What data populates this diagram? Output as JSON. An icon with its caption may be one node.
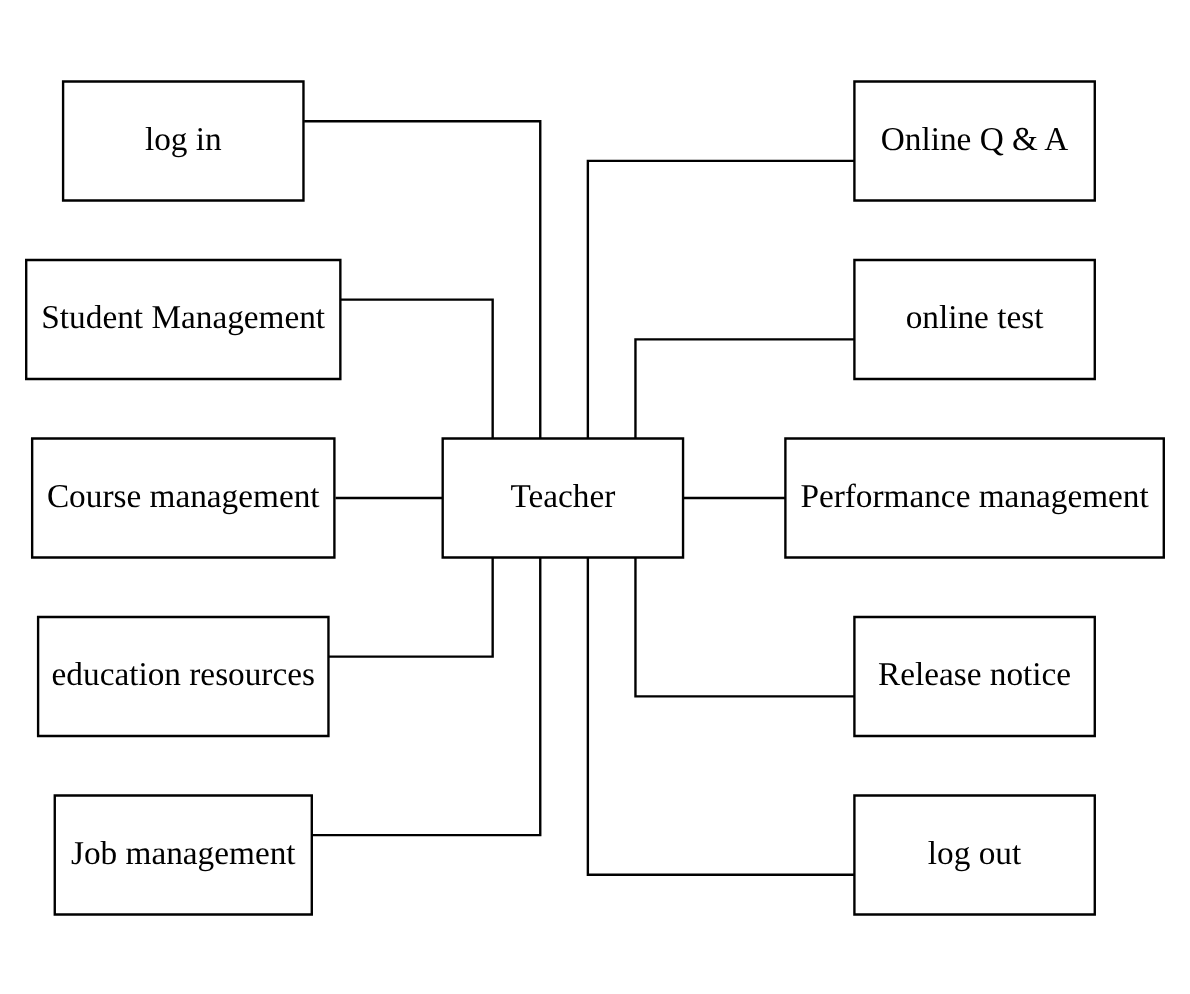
{
  "diagram": {
    "nodes": [
      {
        "text": [
          "log in"
        ]
      },
      {
        "text": [
          "Student Management"
        ]
      },
      {
        "text": [
          "Course management"
        ]
      },
      {
        "text": [
          "education resources"
        ]
      },
      {
        "text": [
          "Job management"
        ]
      },
      {
        "text": [
          "Teacher"
        ]
      },
      {
        "text": [
          "Online Q & A"
        ]
      },
      {
        "text": [
          "online test"
        ]
      },
      {
        "text": [
          "Performance management"
        ]
      },
      {
        "text": [
          "Release notice"
        ]
      },
      {
        "text": [
          "log out"
        ]
      }
    ],
    "edges": [
      {
        "from": 0,
        "to": 5,
        "arrow": "none"
      },
      {
        "from": 1,
        "to": 5,
        "arrow": "none"
      },
      {
        "from": 2,
        "to": 5,
        "arrow": "none"
      },
      {
        "from": 3,
        "to": 5,
        "arrow": "none"
      },
      {
        "from": 4,
        "to": 5,
        "arrow": "none"
      },
      {
        "from": 5,
        "to": 6,
        "arrow": "none"
      },
      {
        "from": 5,
        "to": 7,
        "arrow": "none"
      },
      {
        "from": 5,
        "to": 8,
        "arrow": "none"
      },
      {
        "from": 5,
        "to": 9,
        "arrow": "none"
      },
      {
        "from": 5,
        "to": 10,
        "arrow": "none"
      }
    ]
  }
}
